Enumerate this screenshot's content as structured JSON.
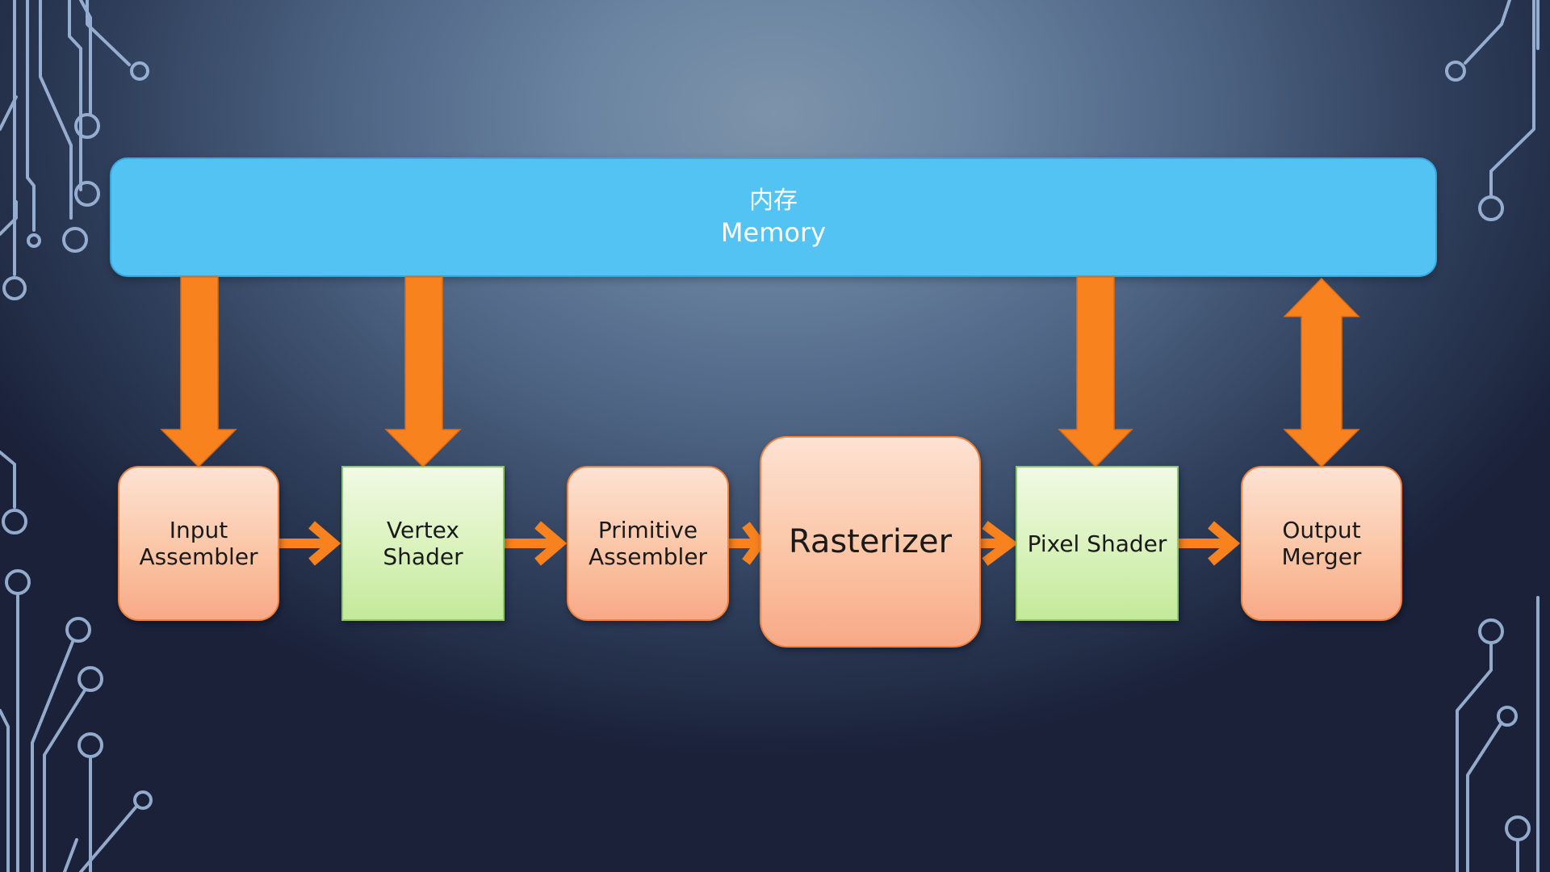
{
  "memory": {
    "label_cn": "内存",
    "label_en": "Memory"
  },
  "stages": [
    {
      "id": "input-assembler",
      "label": "Input\nAssembler",
      "kind": "fixed-function",
      "color": "#fbc3a2"
    },
    {
      "id": "vertex-shader",
      "label": "Vertex\nShader",
      "kind": "programmable",
      "color": "#d9f2bb"
    },
    {
      "id": "primitive-assembler",
      "label": "Primitive\nAssembler",
      "kind": "fixed-function",
      "color": "#fbc3a2"
    },
    {
      "id": "rasterizer",
      "label": "Rasterizer",
      "kind": "fixed-function",
      "color": "#fbc3a2"
    },
    {
      "id": "pixel-shader",
      "label": "Pixel Shader",
      "kind": "programmable",
      "color": "#d9f2bb"
    },
    {
      "id": "output-merger",
      "label": "Output\nMerger",
      "kind": "fixed-function",
      "color": "#fbc3a2"
    }
  ],
  "memory_links": [
    {
      "stage": "input-assembler",
      "direction": "memory-to-stage"
    },
    {
      "stage": "vertex-shader",
      "direction": "memory-to-stage"
    },
    {
      "stage": "pixel-shader",
      "direction": "memory-to-stage"
    },
    {
      "stage": "output-merger",
      "direction": "bidirectional"
    }
  ],
  "colors": {
    "memory_fill": "#53c3f4",
    "arrow": "#f7821e",
    "fixed_function_border": "#f1813d",
    "programmable_border": "#8cc865",
    "circuit_lines": "#a8c2e6"
  }
}
